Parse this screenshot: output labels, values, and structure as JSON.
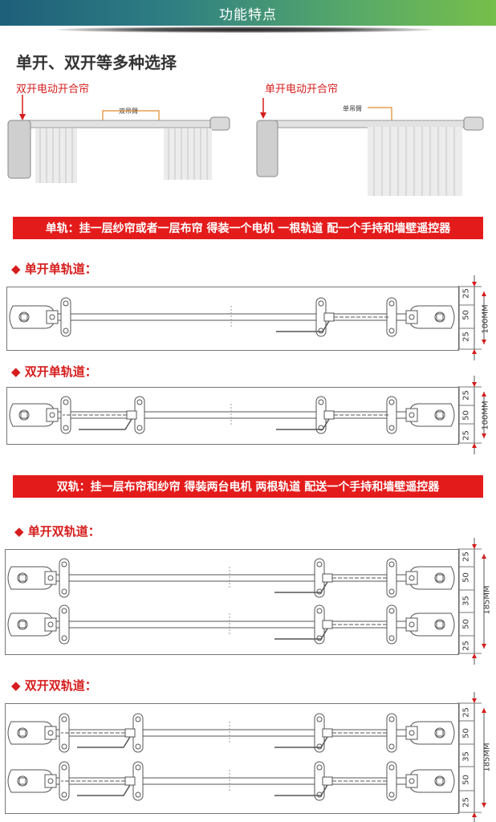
{
  "header": {
    "title": "功能特点"
  },
  "intro": {
    "title": "单开、双开等多种选择",
    "double_caption": "双开电动开合帘",
    "double_arm": "双吊臂",
    "single_caption": "单开电动开合帘",
    "single_arm": "单吊臂"
  },
  "banner_single": "单轨：挂一层纱帘或者一层布帘  得装一个电机  一根轨道  配一个手持和墙壁遥控器",
  "banner_double": "双轨：挂一层布帘和纱帘  得装两台电机  两根轨道  配送一个手持和墙壁遥控器",
  "sections": {
    "s1": {
      "title": "◆ 单开单轨道：",
      "dims": [
        "25",
        "50",
        "25"
      ],
      "total": "100MM"
    },
    "s2": {
      "title": "◆ 双开单轨道：",
      "dims": [
        "25",
        "50",
        "25"
      ],
      "total": "100MM"
    },
    "s3": {
      "title": "◆ 单开双轨道：",
      "dims": [
        "25",
        "50",
        "35",
        "50",
        "25"
      ],
      "total": "185MM"
    },
    "s4": {
      "title": "◆ 双开双轨道：",
      "dims": [
        "25",
        "50",
        "35",
        "50",
        "25"
      ],
      "total": "185MM"
    }
  }
}
